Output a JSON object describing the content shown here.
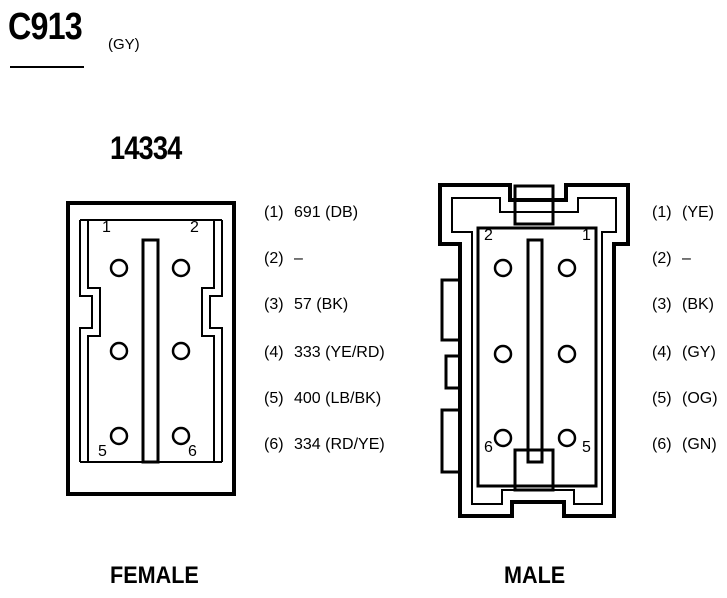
{
  "connector": {
    "id": "C913",
    "color": "(GY)",
    "part_number": "14334"
  },
  "female": {
    "label": "FEMALE",
    "cavity_numbers": [
      "1",
      "2",
      "5",
      "6"
    ],
    "pins": [
      {
        "num": "(1)",
        "desc": "691 (DB)"
      },
      {
        "num": "(2)",
        "desc": "–"
      },
      {
        "num": "(3)",
        "desc": "57 (BK)"
      },
      {
        "num": "(4)",
        "desc": "333 (YE/RD)"
      },
      {
        "num": "(5)",
        "desc": "400 (LB/BK)"
      },
      {
        "num": "(6)",
        "desc": "334 (RD/YE)"
      }
    ]
  },
  "male": {
    "label": "MALE",
    "cavity_numbers": [
      "2",
      "1",
      "6",
      "5"
    ],
    "pins": [
      {
        "num": "(1)",
        "desc": "(YE)"
      },
      {
        "num": "(2)",
        "desc": "–"
      },
      {
        "num": "(3)",
        "desc": "(BK)"
      },
      {
        "num": "(4)",
        "desc": "(GY)"
      },
      {
        "num": "(5)",
        "desc": "(OG)"
      },
      {
        "num": "(6)",
        "desc": "(GN)"
      }
    ]
  }
}
